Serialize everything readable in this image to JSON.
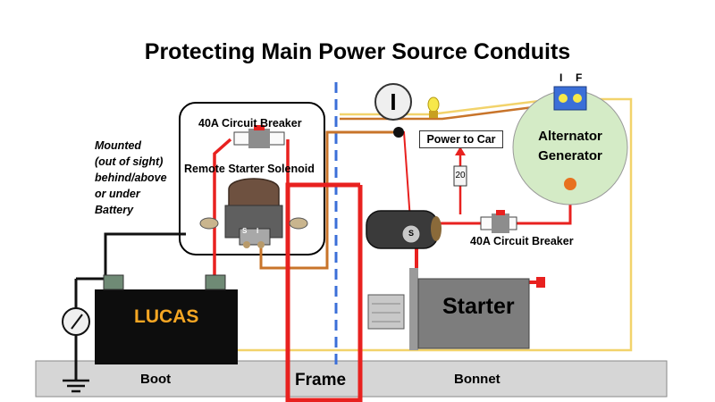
{
  "title": "Protecting  Main Power Source Conduits",
  "mounted_note": "Mounted\n(out of sight)\nbehind/above\nor under\nBattery",
  "circuit_breaker_1": "40A Circuit Breaker",
  "solenoid_label": "Remote Starter Solenoid",
  "power_to_car": "Power to Car",
  "fuse_value": "20",
  "alternator_label": "Alternator\nGenerator",
  "circuit_breaker_2": "40A Circuit Breaker",
  "battery_brand": "LUCAS",
  "starter_label": "Starter",
  "boot_label": "Boot",
  "bonnet_label": "Bonnet",
  "frame_label": "Frame",
  "terminal_i": "I",
  "terminal_f": "F",
  "solenoid_terminal_s": "S",
  "solenoid_terminal_i": "I",
  "ammeter_glyph": "I",
  "colors": {
    "power_red": "#e8211f",
    "brown_wire": "#c8742a",
    "yellow_wire": "#f2d36b",
    "frame_divider": "#3b6fd8",
    "alternator_fill": "#d4ebc6",
    "battery_body": "#0d0d0d",
    "lucas_text": "#f5a623",
    "ground_bar": "#d6d6d6"
  }
}
